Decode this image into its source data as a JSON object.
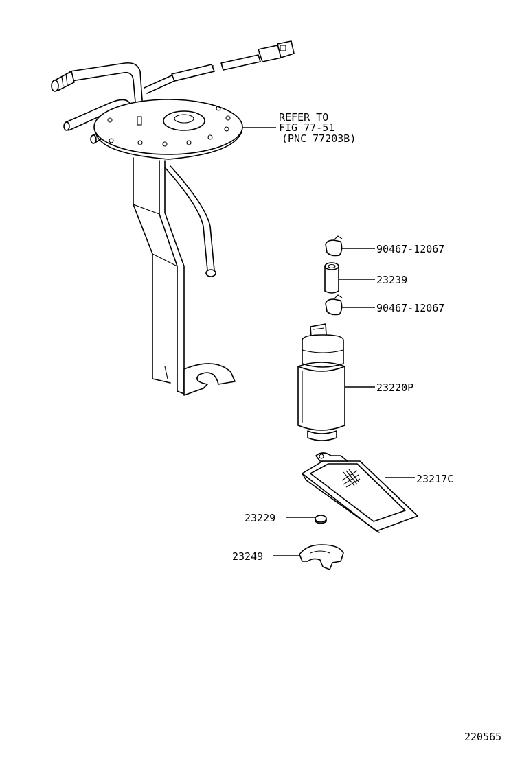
{
  "reference_note": {
    "line1": "REFER TO",
    "line2": "FIG 77-51",
    "line3": "(PNC 77203B)"
  },
  "parts": {
    "clamp_upper": "90467-12067",
    "hose": "23239",
    "clamp_lower": "90467-12067",
    "fuel_pump": "23220P",
    "strainer": "23217C",
    "cushion": "23229",
    "retainer": "23249"
  },
  "diagram_id": "220565"
}
